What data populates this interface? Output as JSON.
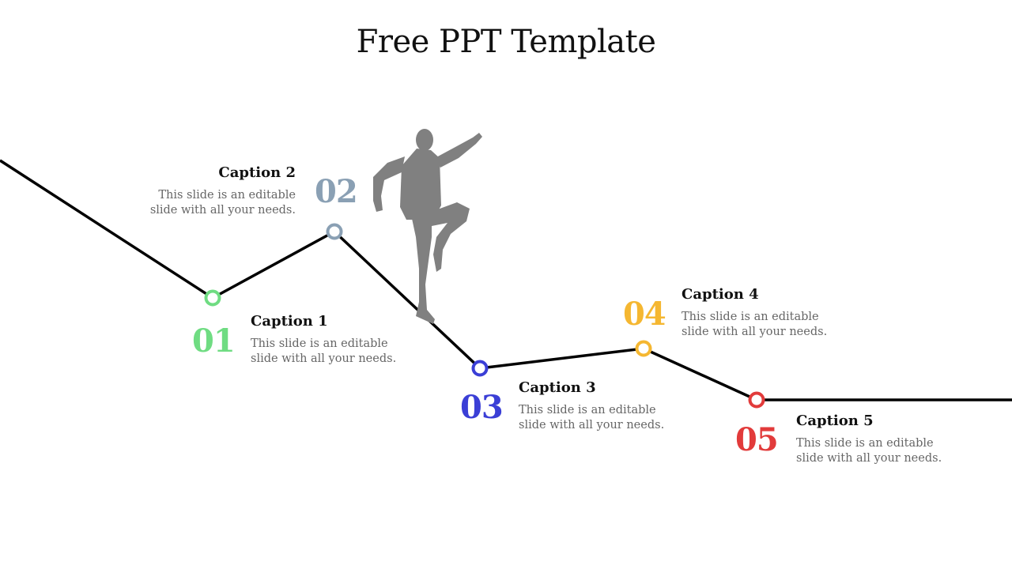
{
  "title": "Free PPT Template",
  "colors": {
    "line": "#000000",
    "silhouette": "#808080",
    "step1": "#6fdc82",
    "step2": "#8aa0b4",
    "step3": "#3b3fd6",
    "step4": "#f5b731",
    "step5": "#e23b3b"
  },
  "steps": [
    {
      "number": "01",
      "caption": "Caption 1",
      "text": "This slide is an editable slide with all your needs."
    },
    {
      "number": "02",
      "caption": "Caption 2",
      "text": "This slide is an editable slide with all your needs."
    },
    {
      "number": "03",
      "caption": "Caption 3",
      "text": "This slide is an editable slide with all your needs."
    },
    {
      "number": "04",
      "caption": "Caption 4",
      "text": "This slide is an editable slide with all your needs."
    },
    {
      "number": "05",
      "caption": "Caption 5",
      "text": "This slide is an editable slide with all your needs."
    }
  ],
  "figure": "man-climbing-silhouette"
}
